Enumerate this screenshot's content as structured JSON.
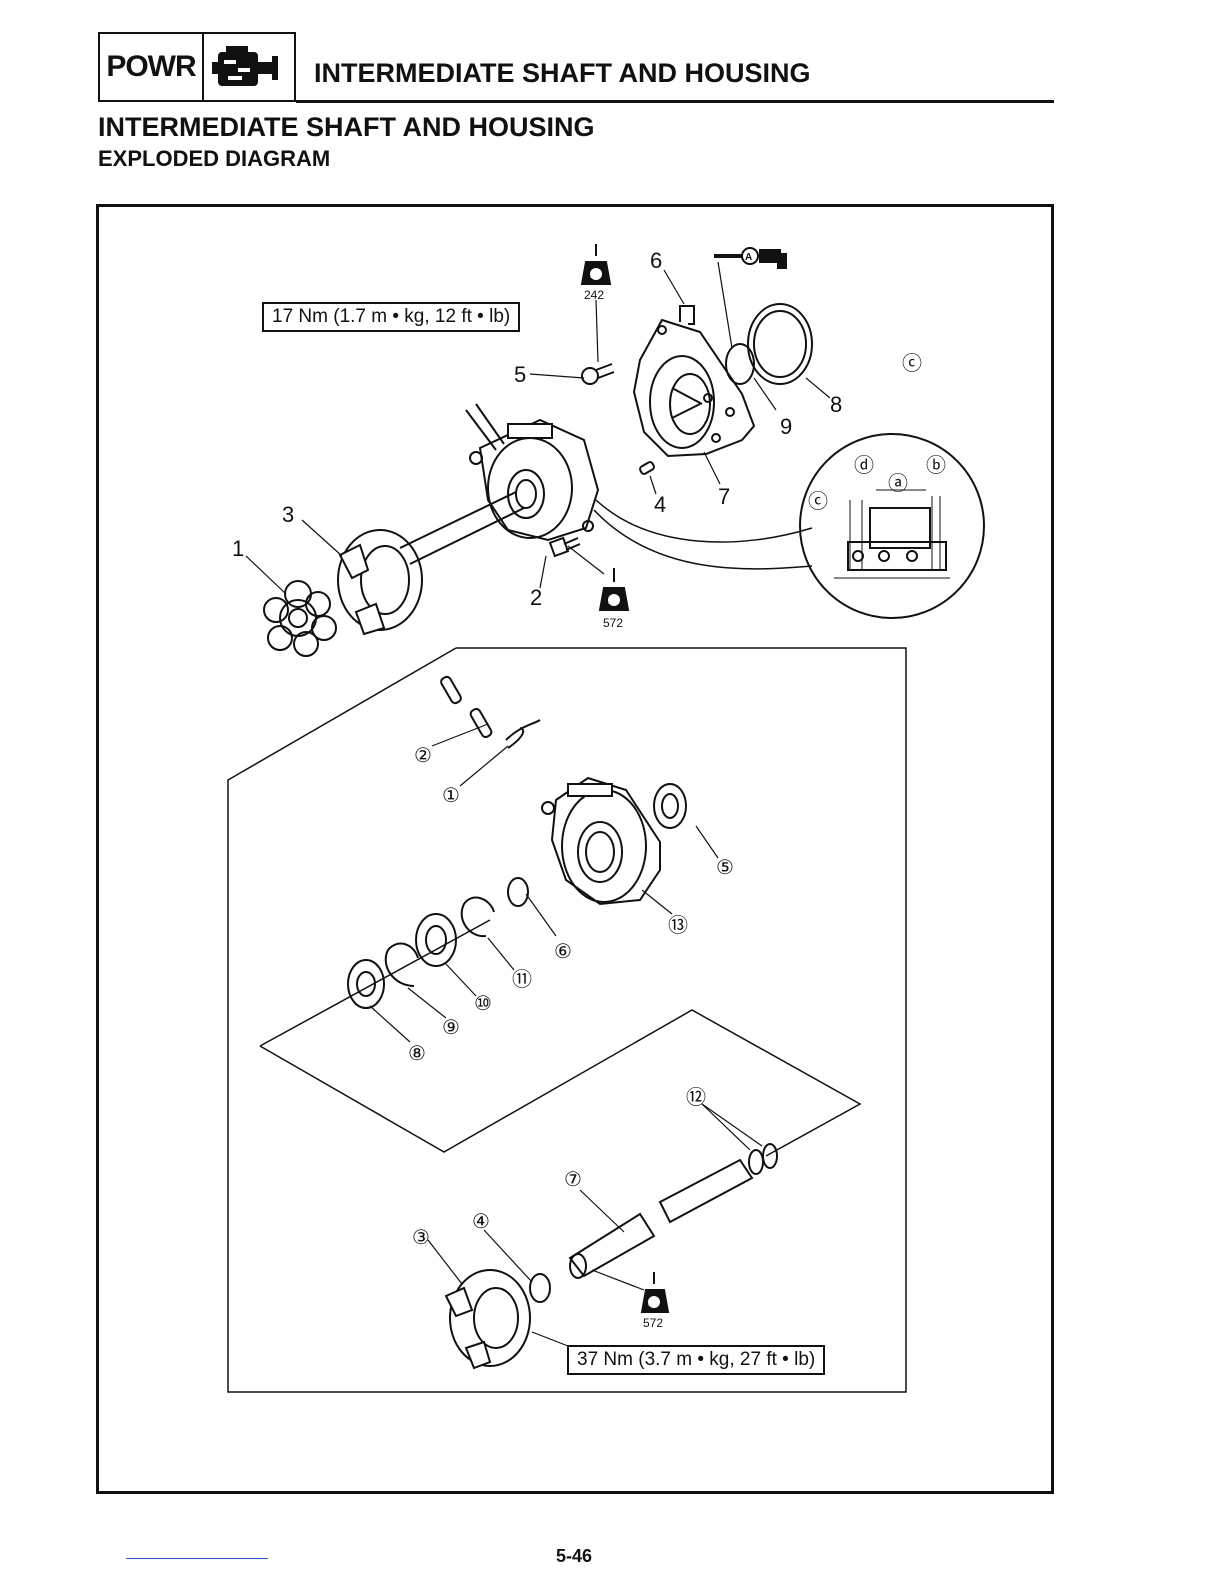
{
  "header": {
    "tag": "POWR",
    "icon": "engine-icon",
    "title": "INTERMEDIATE SHAFT AND HOUSING"
  },
  "section": {
    "title": "INTERMEDIATE SHAFT AND HOUSING",
    "subtitle": "EXPLODED DIAGRAM"
  },
  "torque_specs": {
    "upper": "17 Nm (1.7 m • kg, 12 ft • lb)",
    "lower": "37 Nm (3.7 m • kg, 27 ft • lb)"
  },
  "locktite": {
    "symbol": "LT",
    "upper_code": "242",
    "middle_code": "572",
    "lower_code": "572"
  },
  "grease_symbol": "A",
  "part_numbers": [
    "1",
    "2",
    "3",
    "4",
    "5",
    "6",
    "7",
    "8",
    "9"
  ],
  "detail_labels": [
    "ⓐ",
    "ⓑ",
    "ⓒ",
    "ⓓ"
  ],
  "detail_label_outside": "ⓒ",
  "sub_part_numbers": [
    "①",
    "②",
    "③",
    "④",
    "⑤",
    "⑥",
    "⑦",
    "⑧",
    "⑨",
    "⑩",
    "⑪",
    "⑫",
    "⑬"
  ],
  "page_number": "5-46"
}
